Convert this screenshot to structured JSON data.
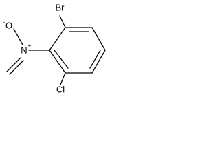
{
  "molecule": {
    "atoms": {
      "bromine": "Br",
      "chlorine": "Cl",
      "nitro_nitrogen": "N",
      "nitro_nitrogen_charge": "+",
      "nitro_oxygen": "O",
      "nitro_oxygen_charge": "-"
    }
  }
}
